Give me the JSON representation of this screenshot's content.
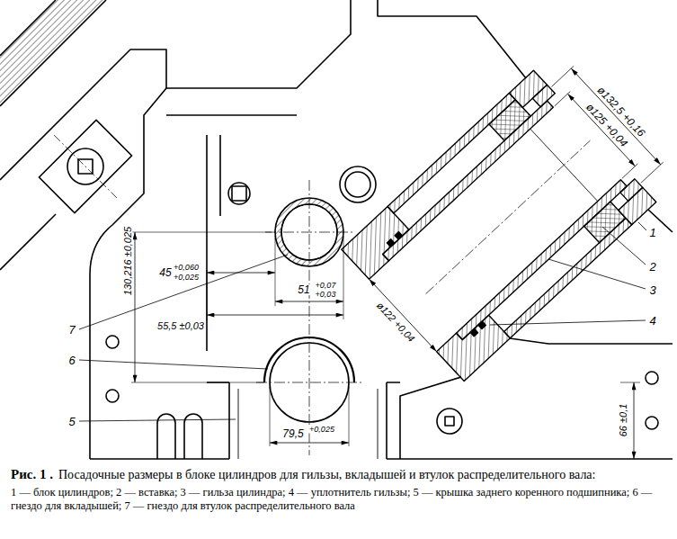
{
  "diagram": {
    "title": "Рис. 1 .",
    "caption": "Посадочные размеры в блоке цилиндров для гильзы, вкладышей и втулок распределительного вала:",
    "labels": [
      "1",
      "2",
      "3",
      "4",
      "5",
      "6",
      "7",
      "ø132,5 +0,16",
      "ø125 +0,04",
      "45",
      "+0,060",
      "+0,025",
      "55,5 ±0,03",
      "51",
      "+0,07",
      "+0,03",
      "130,216 ±0,025",
      "ø122 +0,04",
      "79,5",
      "+0,025",
      "66 ±0,1",
      "1 — блок цилиндров; 2 — вставка; 3 — гильза цилиндра; 4 — уплотнитель гильзы; 5 — крышка заднего коренного подшипника; 6 — гнездо для вкладышей; 7 — гнездо для втулок распределительного вала"
    ]
  }
}
